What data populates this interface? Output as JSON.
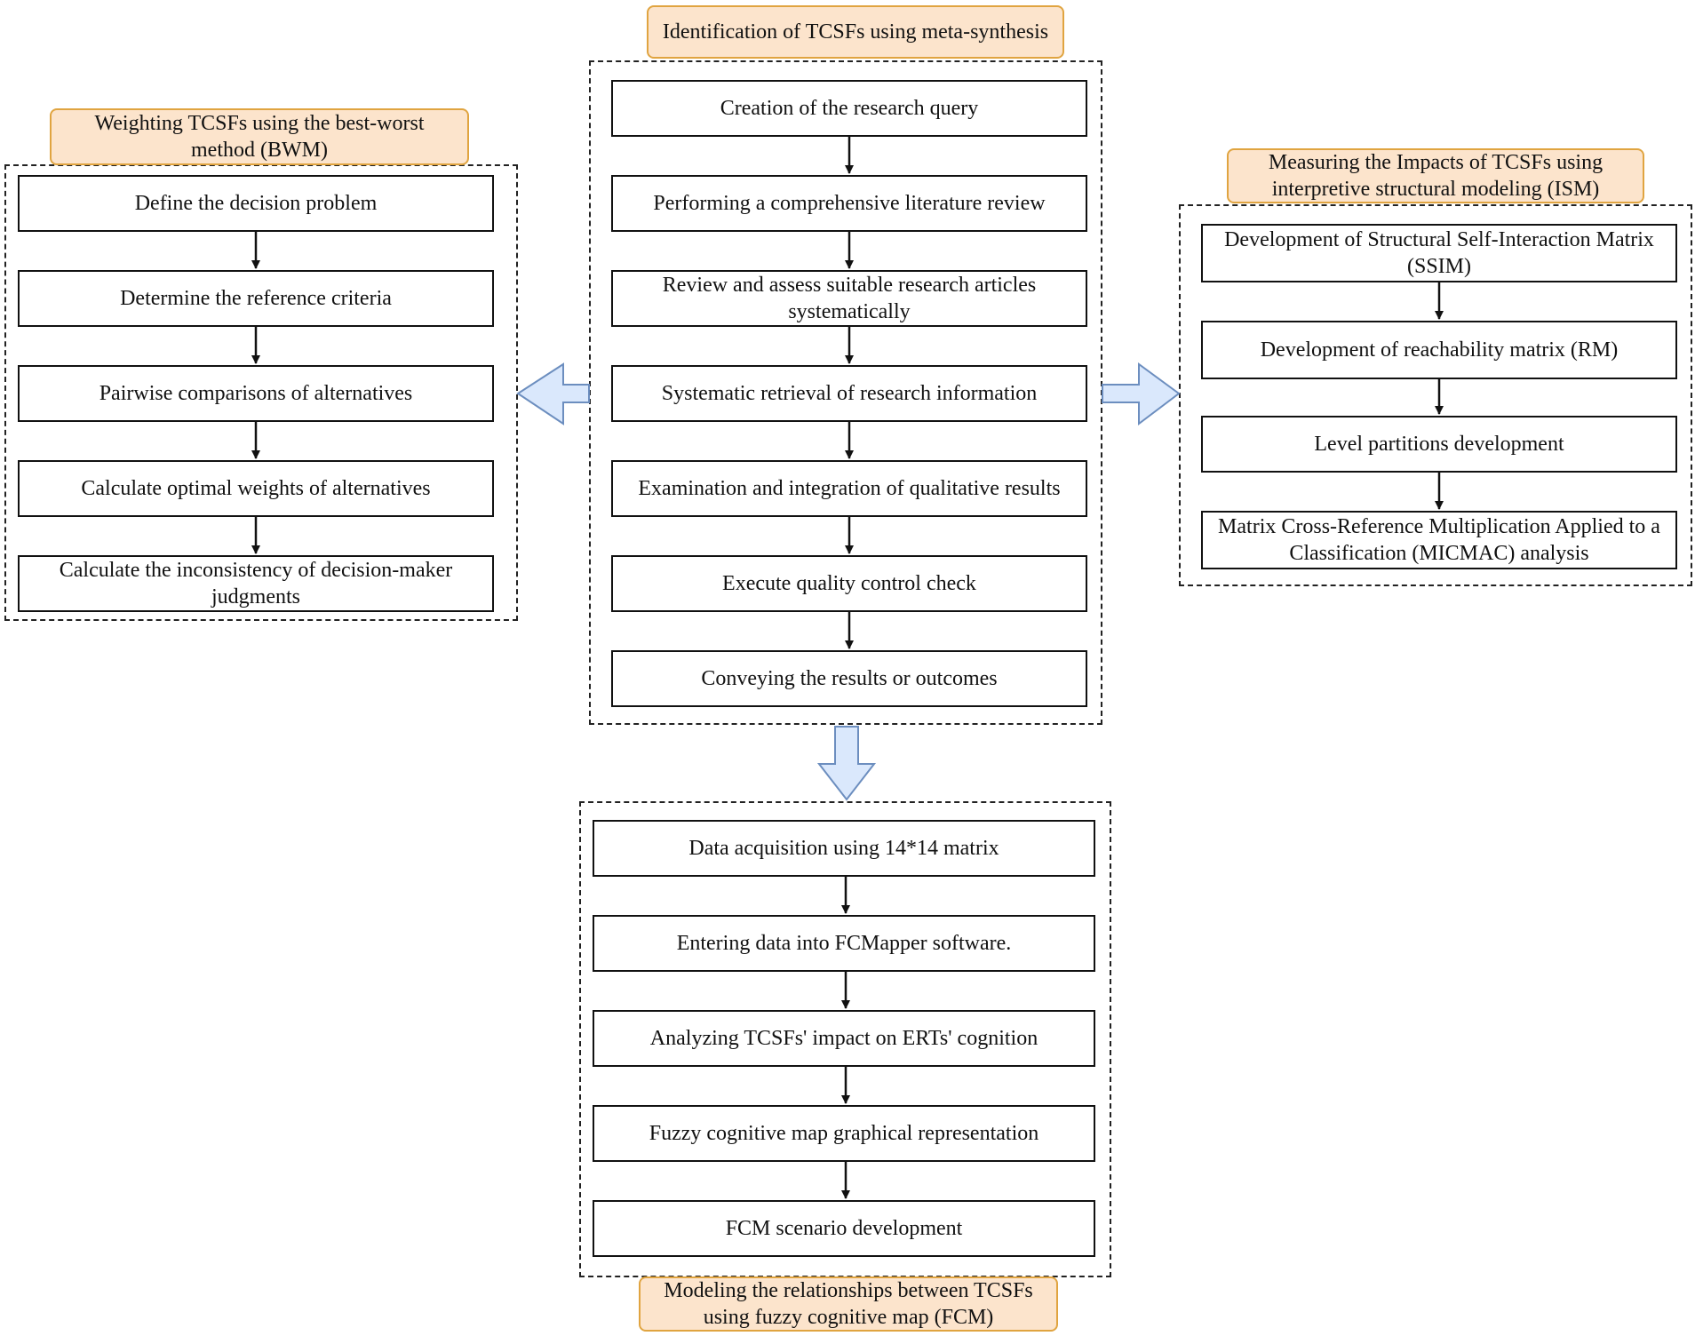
{
  "groups": {
    "meta": {
      "title": "Identification of TCSFs using meta-synthesis",
      "steps": [
        "Creation of the research query",
        "Performing a comprehensive literature review",
        "Review and assess suitable research articles systematically",
        "Systematic retrieval of research information",
        "Examination and integration of qualitative results",
        "Execute quality control check",
        "Conveying the results or outcomes"
      ]
    },
    "bwm": {
      "title": "Weighting TCSFs using the best-worst method (BWM)",
      "steps": [
        "Define the decision problem",
        "Determine the reference criteria",
        "Pairwise comparisons of alternatives",
        "Calculate optimal weights of alternatives",
        "Calculate the inconsistency of decision-maker judgments"
      ]
    },
    "ism": {
      "title": "Measuring the Impacts of TCSFs using interpretive structural modeling (ISM)",
      "steps": [
        "Development of Structural Self-Interaction Matrix (SSIM)",
        "Development of reachability matrix (RM)",
        "Level partitions development",
        "Matrix Cross-Reference Multiplication Applied to a Classification (MICMAC) analysis"
      ]
    },
    "fcm": {
      "title": "Modeling the relationships between TCSFs using fuzzy cognitive map (FCM)",
      "steps": [
        "Data acquisition using 14*14 matrix",
        "Entering data into FCMapper software.",
        "Analyzing TCSFs' impact on ERTs' cognition",
        "Fuzzy cognitive map graphical representation",
        "FCM scenario development"
      ]
    }
  },
  "colors": {
    "title_fill": "#fce4cc",
    "title_border": "#e0a440",
    "big_arrow_fill": "#dae8fc",
    "big_arrow_stroke": "#6c8ebf",
    "line": "#111111"
  }
}
